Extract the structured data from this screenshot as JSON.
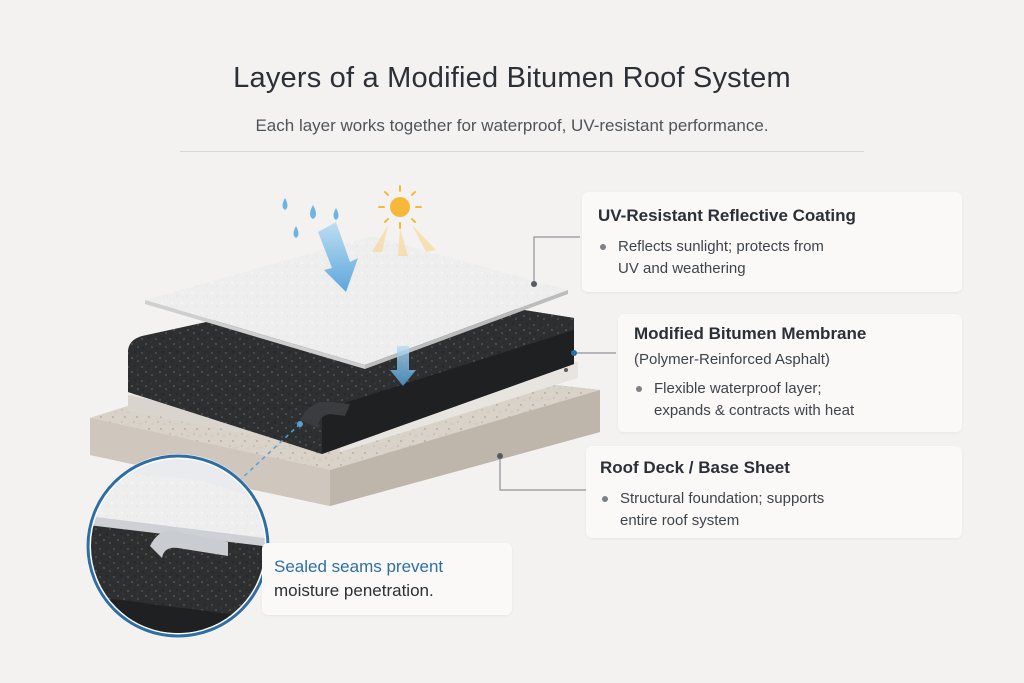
{
  "header": {
    "title": "Layers of a Modified Bitumen Roof System",
    "subtitle": "Each layer works together for waterproof, UV-resistant performance."
  },
  "layers": [
    {
      "title": "UV-Resistant Reflective Coating",
      "bullet": "Reflects sunlight; protects from UV and weathering",
      "bullet_lines": [
        "Reflects sunlight; protects from",
        "UV and weathering"
      ]
    },
    {
      "title": "Modified Bitumen Membrane",
      "subtitle": "(Polymer-Reinforced Asphalt)",
      "bullet": "Flexible waterproof layer; expands & contracts with heat",
      "bullet_lines": [
        "Flexible waterproof layer;",
        "expands & contracts with heat"
      ]
    },
    {
      "title": "Roof Deck / Base Sheet",
      "bullet": "Structural foundation; supports entire roof system",
      "bullet_lines": [
        "Structural foundation; supports",
        "entire roof system"
      ]
    }
  ],
  "callout": {
    "line1": "Sealed seams prevent",
    "line2": "moisture penetration."
  },
  "icons": {
    "rain": "raindrops-icon",
    "sun": "sun-icon",
    "arrow": "down-arrow-icon"
  },
  "colors": {
    "background": "#f4f2f0",
    "accent_blue": "#2c6fa6",
    "sun": "#f4b73a",
    "membrane": "#2b2c2e",
    "coating": "#eeeeee",
    "deck": "#d8d1c8"
  }
}
